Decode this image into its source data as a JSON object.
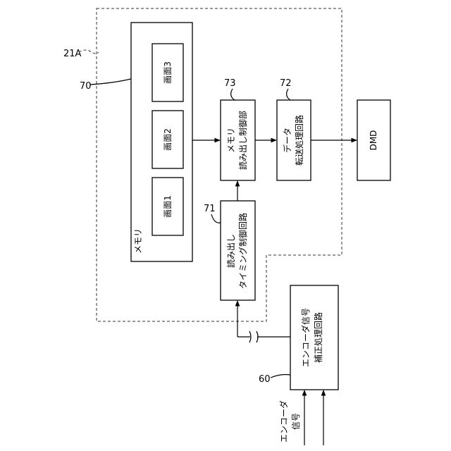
{
  "figure": {
    "outer_ref": "21A",
    "memory": {
      "ref": "70",
      "label": "メモリ",
      "screens": [
        "画面3",
        "画面2",
        "画面1"
      ]
    },
    "readout_control": {
      "ref": "73",
      "lines": [
        "メモリ",
        "読み出し制御部"
      ]
    },
    "data_transfer": {
      "ref": "72",
      "lines": [
        "データ",
        "転送処理回路"
      ]
    },
    "dmd": {
      "label": "DMD"
    },
    "timing_control": {
      "ref": "71",
      "lines": [
        "読み出し",
        "タイミング制御回路"
      ]
    },
    "encoder_correction": {
      "ref": "60",
      "lines": [
        "エンコーダ信号",
        "補正処理回路"
      ]
    },
    "encoder_input": {
      "lines": [
        "エンコーダ",
        "信号"
      ]
    }
  }
}
